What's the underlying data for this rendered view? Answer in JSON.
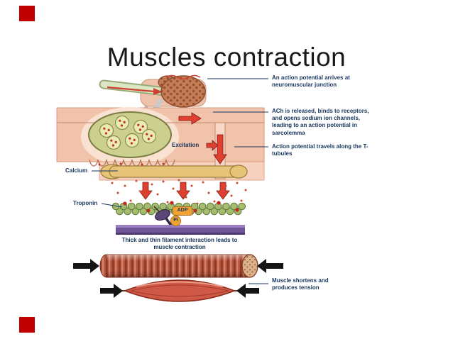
{
  "slide": {
    "title": "Muscles contraction",
    "accent_color": "#c00000"
  },
  "diagram": {
    "callouts": {
      "step1": "An action potential arrives at neuromuscular junction",
      "step2": "ACh is released, binds to receptors, and opens sodium ion channels, leading to an action potential in sarcolemma",
      "step3": "Action potential travels along the T-tubules",
      "step4": "Muscle shortens and produces tension"
    },
    "labels": {
      "excitation": "Excitation",
      "calcium": "Calcium",
      "troponin": "Troponin",
      "adp": "ADP",
      "pi": "Pi",
      "filament_caption": "Thick and thin filament interaction leads to muscle contraction"
    },
    "colors": {
      "callout_text": "#17365d",
      "membrane_pink": "#f2c3ab",
      "synaptic_bulb_green": "#ccd08e",
      "cisterna_gold": "#e6c478",
      "thick_filament_purple": "#6f5598",
      "muscle_fiber_red": "#b8543e",
      "signal_arrow_red": "#e04030",
      "contraction_arrow_black": "#141414"
    }
  }
}
